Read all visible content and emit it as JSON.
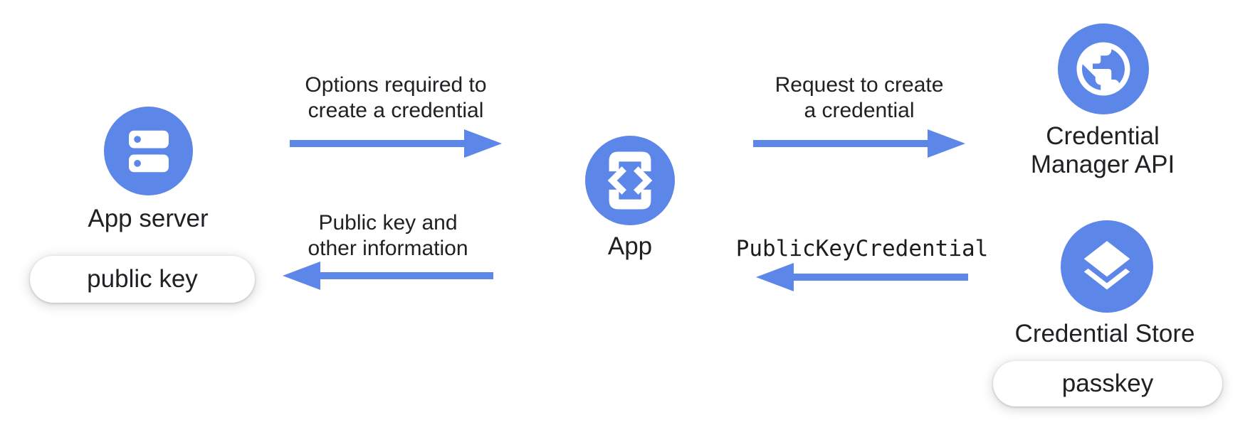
{
  "colors": {
    "accent_blue": "#5c86e8",
    "text": "#202124",
    "pill_background": "#ffffff",
    "background": "#ffffff"
  },
  "nodes": {
    "app_server": {
      "label": "App server",
      "icon": "server-stack-icon",
      "artifact_pill": "public key"
    },
    "app": {
      "label": "App",
      "icon": "phone-code-icon"
    },
    "credential_manager_api": {
      "lines": [
        "Credential",
        "Manager API"
      ],
      "icon": "globe-icon"
    },
    "credential_store": {
      "label": "Credential Store",
      "icon": "layers-icon",
      "artifact_pill": "passkey"
    }
  },
  "flows": [
    {
      "from": "App server",
      "to": "App",
      "direction": "right",
      "lines": [
        "Options required to",
        "create a credential"
      ]
    },
    {
      "from": "App",
      "to": "Credential Manager API",
      "direction": "right",
      "lines": [
        "Request to create",
        "a credential"
      ]
    },
    {
      "from": "Credential Store",
      "to": "App",
      "direction": "left",
      "style": "monospace",
      "lines": [
        "PublicKeyCredential"
      ]
    },
    {
      "from": "App",
      "to": "App server",
      "direction": "left",
      "lines": [
        "Public key and",
        "other information"
      ]
    }
  ]
}
